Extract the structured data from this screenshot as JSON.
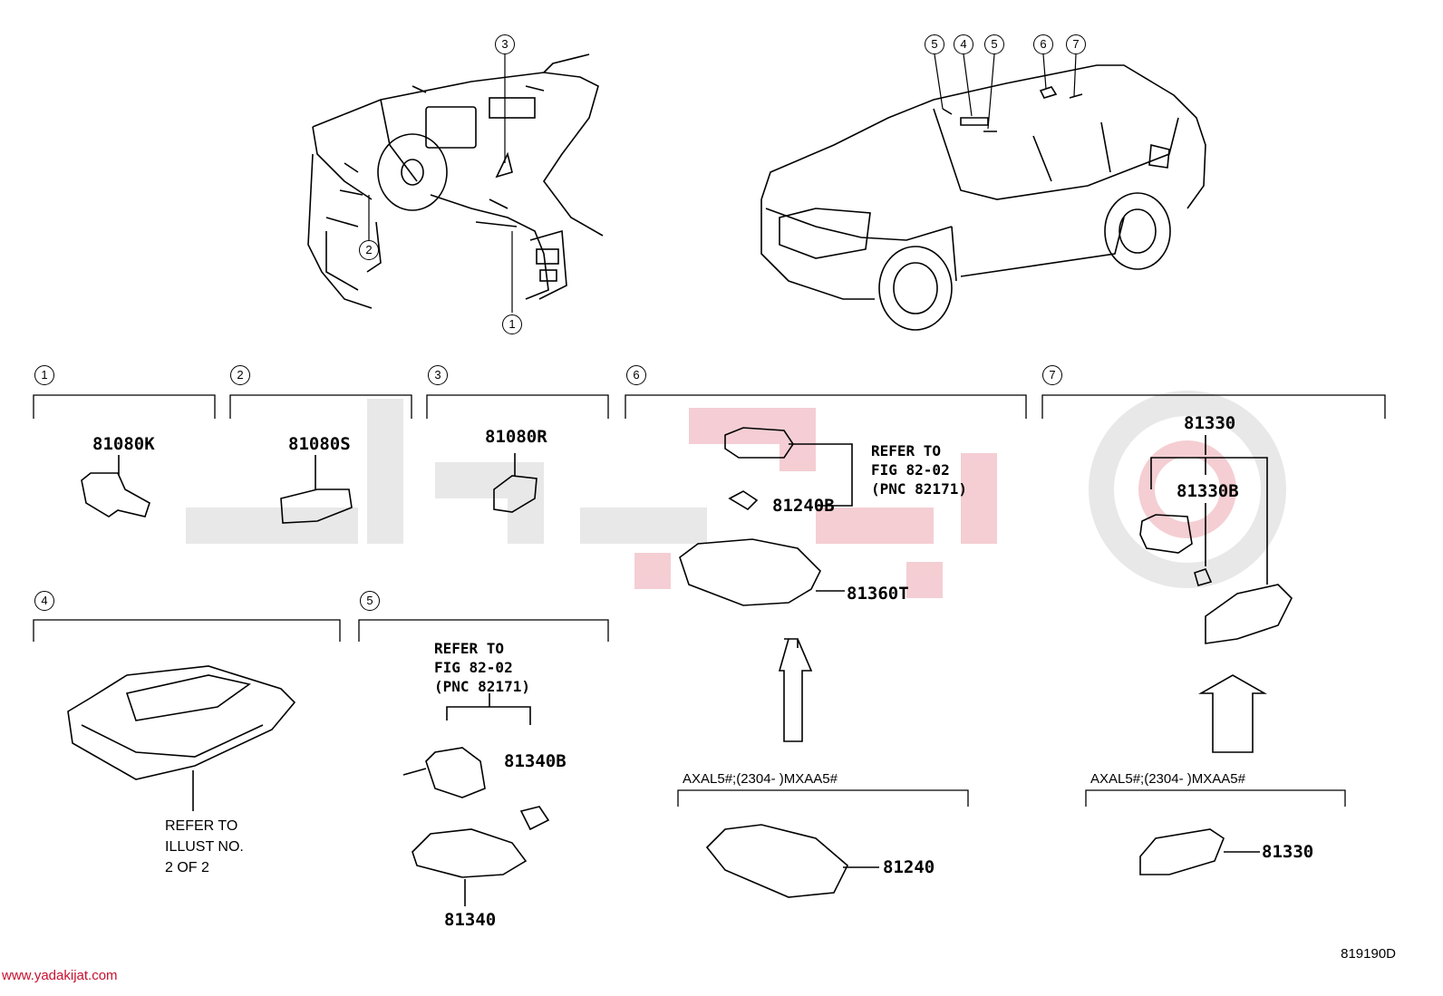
{
  "callouts": {
    "c1": "1",
    "c2": "2",
    "c3": "3",
    "c4": "4",
    "c5": "5",
    "c6": "6",
    "c7": "7"
  },
  "sections": [
    {
      "num": "1",
      "part": "81080K"
    },
    {
      "num": "2",
      "part": "81080S"
    },
    {
      "num": "3",
      "part": "81080R"
    },
    {
      "num": "4",
      "note": "REFER TO\nILLUST NO.\n2 OF 2"
    },
    {
      "num": "5",
      "note": "REFER TO\nFIG 82-02\n(PNC 82171)",
      "parts": [
        "81340B",
        "81340"
      ]
    },
    {
      "num": "6",
      "note": "REFER TO\nFIG 82-02\n(PNC 82171)",
      "parts": [
        "81240B",
        "81360T",
        "81240"
      ],
      "condition": "AXAL5#;(2304-      )MXAA5#"
    },
    {
      "num": "7",
      "parts": [
        "81330",
        "81330B",
        "81330"
      ],
      "condition": "AXAL5#;(2304-      )MXAA5#"
    }
  ],
  "labels": {
    "p81080K": "81080K",
    "p81080S": "81080S",
    "p81080R": "81080R",
    "p81240B": "81240B",
    "p81360T": "81360T",
    "p81240": "81240",
    "p81340B": "81340B",
    "p81340": "81340",
    "p81330top": "81330",
    "p81330B": "81330B",
    "p81330bot": "81330"
  },
  "notes": {
    "s4": "REFER TO\nILLUST NO.\n2 OF 2",
    "s5": "REFER TO\nFIG 82-02\n(PNC 82171)",
    "s6": "REFER TO\nFIG 82-02\n(PNC 82171)"
  },
  "conditions": {
    "s6": "AXAL5#;(2304-      )MXAA5#",
    "s7": "AXAL5#;(2304-      )MXAA5#"
  },
  "footer": {
    "diagram_code": "819190D",
    "website": "www.yadakijat.com"
  },
  "colors": {
    "watermark": "#f3c9cf",
    "watermark_gray": "#e6e6e6",
    "website": "#c8102e"
  }
}
